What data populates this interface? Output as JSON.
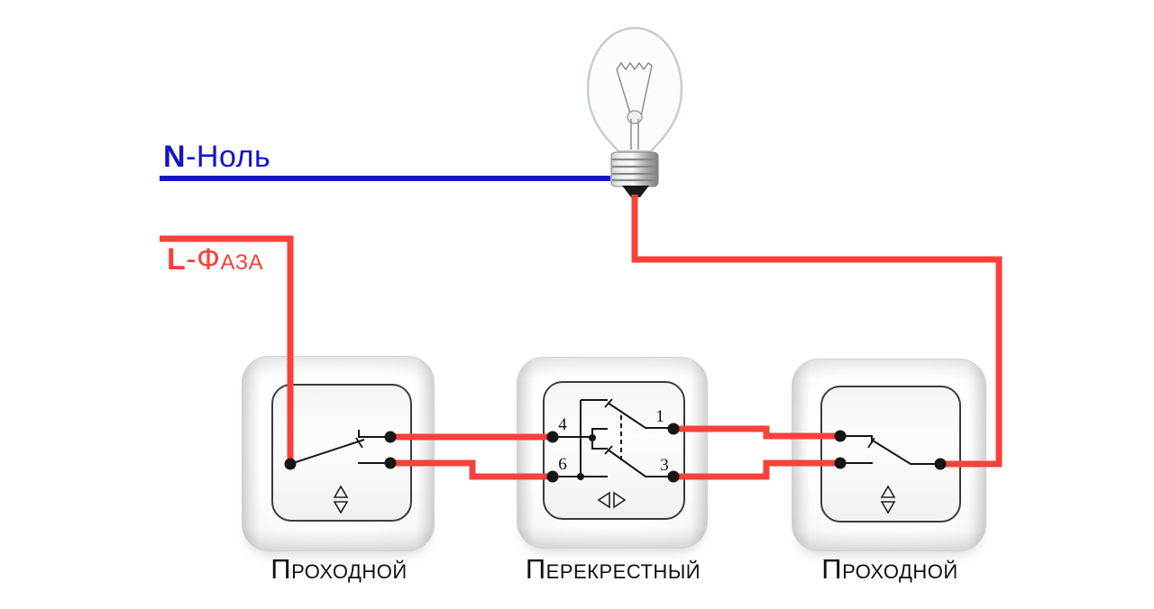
{
  "colors": {
    "phase_red": "#f7413a",
    "neutral_blue": "#1414c8",
    "schematic_black": "#161616",
    "label_black": "#101010"
  },
  "neutral_label": {
    "letter": "N",
    "rest": "-Ноль"
  },
  "phase_label": {
    "letter": "L",
    "rest": "-Фаза"
  },
  "switches": [
    {
      "label": "Проходной"
    },
    {
      "label": "Перекрестный",
      "terminals": [
        "4",
        "6",
        "1",
        "3"
      ]
    },
    {
      "label": "Проходной"
    }
  ],
  "icons": {
    "light_bulb": "incandescent-bulb",
    "rocker_arrows": "up-down-outline-triangles",
    "crossover_arrows": "left-right-outline-triangles"
  }
}
